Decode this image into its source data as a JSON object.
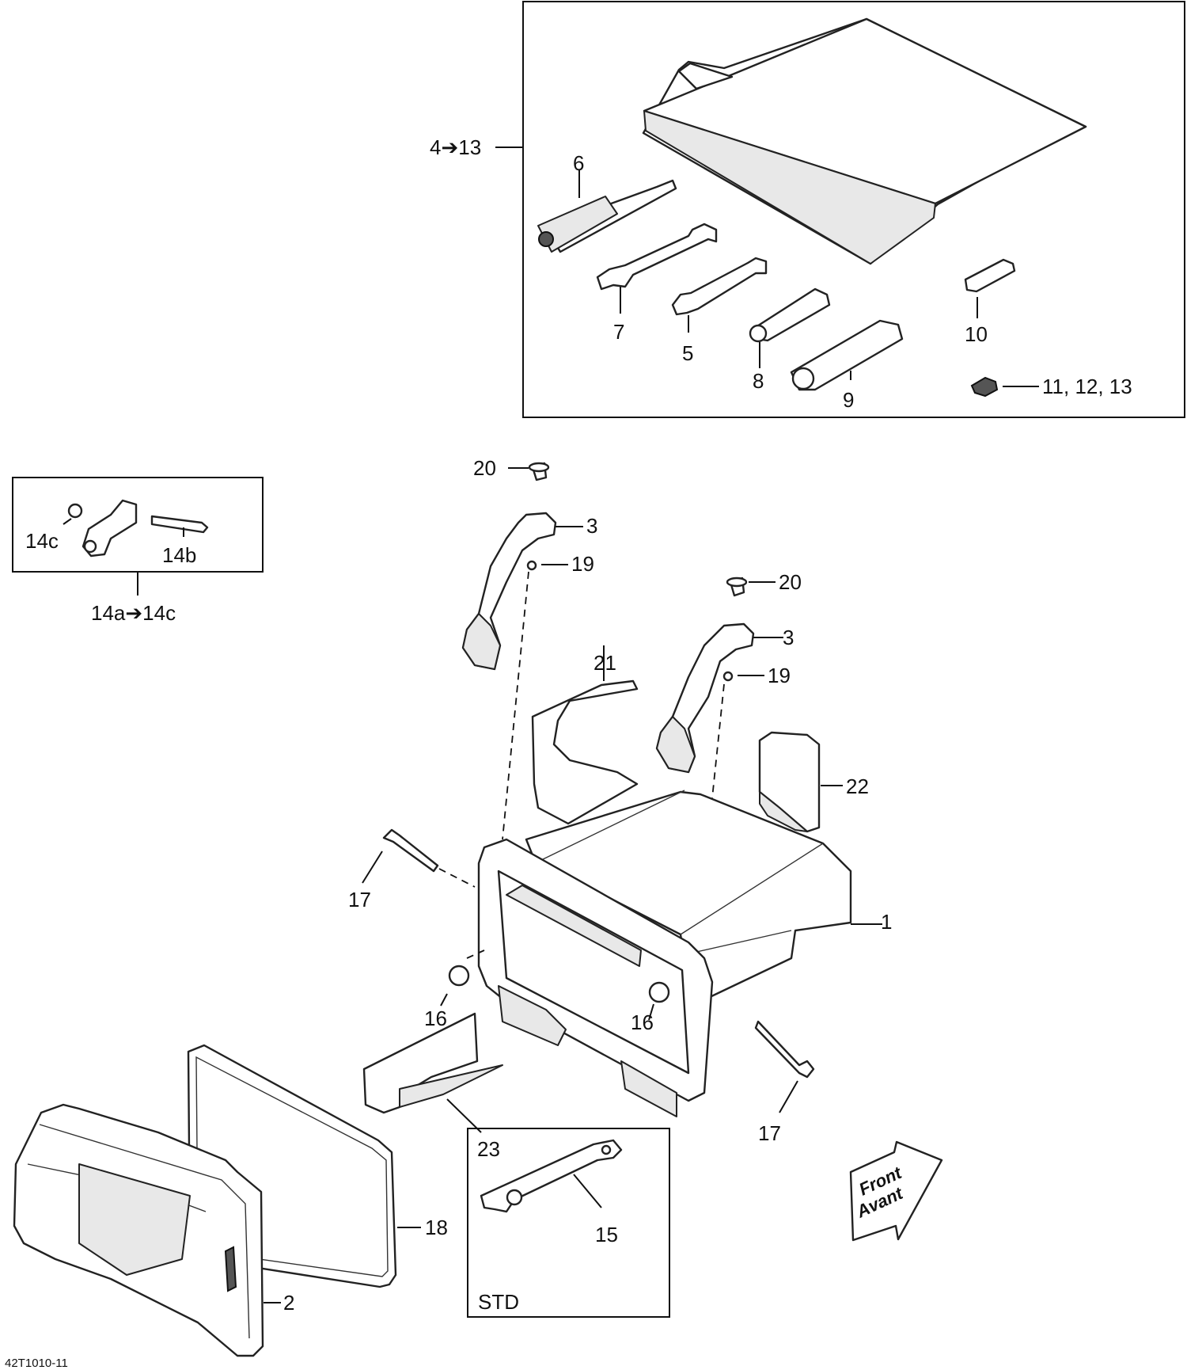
{
  "callouts": {
    "kit_4_13": "4➔13",
    "c6": "6",
    "c7": "7",
    "c5": "5",
    "c8": "8",
    "c9": "9",
    "c10": "10",
    "c11_13": "11, 12, 13",
    "c20a": "20",
    "c3a": "3",
    "c19a": "19",
    "c20b": "20",
    "c3b": "3",
    "c19b": "19",
    "c21": "21",
    "c22": "22",
    "c17a": "17",
    "c1": "1",
    "c16a": "16",
    "c16b": "16",
    "c17b": "17",
    "c23": "23",
    "c18": "18",
    "c2": "2",
    "c15": "15",
    "std": "STD",
    "c14c": "14c",
    "c14b": "14b",
    "kit_14": "14a➔14c"
  },
  "front_arrow": {
    "line1": "Front",
    "line2": "Avant"
  },
  "figure_code": "42T1010-11"
}
